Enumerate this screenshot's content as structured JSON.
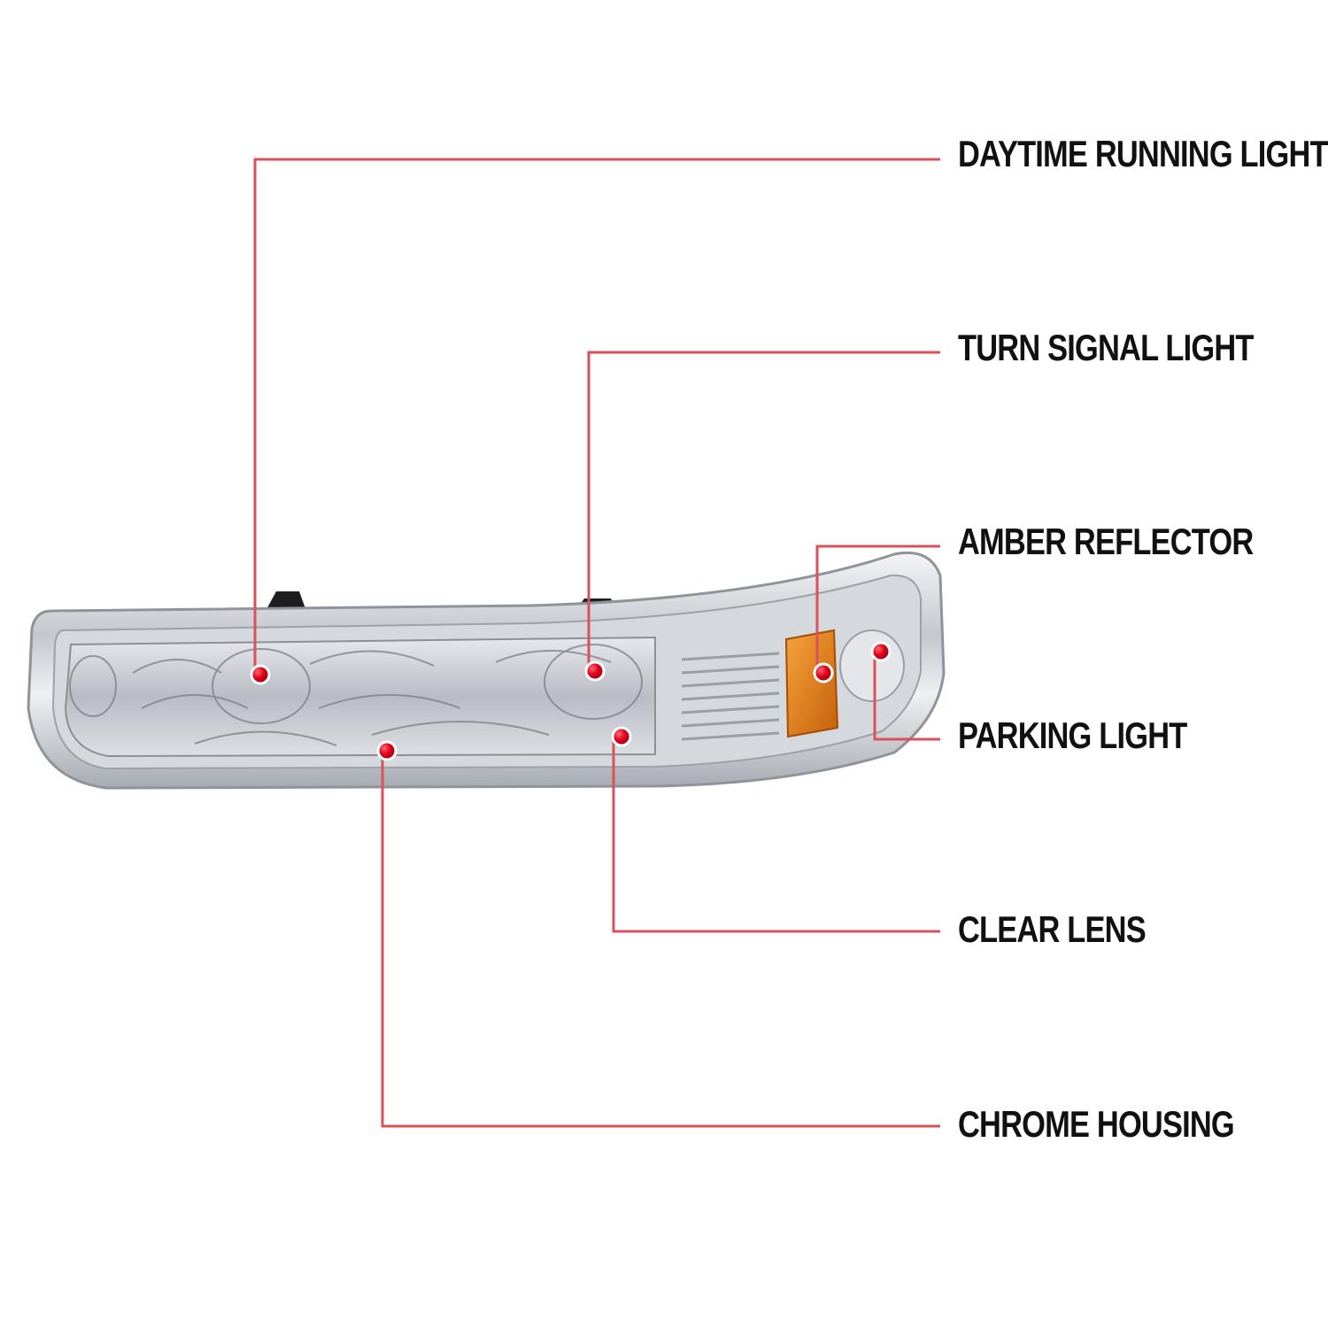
{
  "colors": {
    "leader_line": "#d9525a",
    "marker_dot": "#e0001b",
    "amber_reflector": "#e88417",
    "chrome": "#c9ccd2",
    "label_text": "#111111"
  },
  "callouts": [
    {
      "id": "daytime-running-light",
      "label": "DAYTIME RUNNING LIGHT"
    },
    {
      "id": "turn-signal-light",
      "label": "TURN SIGNAL LIGHT"
    },
    {
      "id": "amber-reflector",
      "label": "AMBER REFLECTOR"
    },
    {
      "id": "parking-light",
      "label": "PARKING LIGHT"
    },
    {
      "id": "clear-lens",
      "label": "CLEAR LENS"
    },
    {
      "id": "chrome-housing",
      "label": "CHROME HOUSING"
    }
  ]
}
